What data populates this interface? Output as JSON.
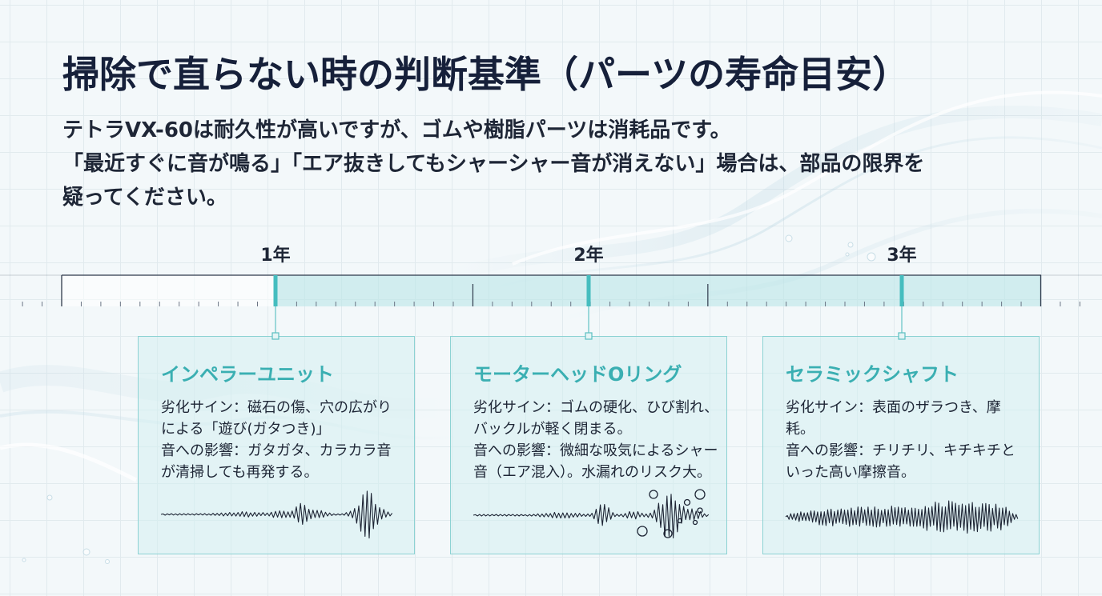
{
  "title": "掃除で直らない時の判断基準（パーツの寿命目安）",
  "intro": {
    "lines": [
      "テトラVX-60は耐久性が高いですが、ゴムや樹脂パーツは消耗品です。",
      "「最近すぐに音が鳴る」「エア抜きしてもシャーシャー音が消えない」場合は、部品の限界を",
      "疑ってください。"
    ]
  },
  "timeline": {
    "markers": [
      {
        "label": "1年"
      },
      {
        "label": "2年"
      },
      {
        "label": "3年"
      }
    ]
  },
  "parts": [
    {
      "name": "インペラーユニット",
      "lines": [
        "劣化サイン：磁石の傷、穴の広がり",
        "による「遊び(ガタつき)」",
        "音への影響：ガタガタ、カラカラ音",
        "が清掃しても再発する。"
      ],
      "waveform_icon": "rattle-burst-waveform-icon"
    },
    {
      "name": "モーターヘッドOリング",
      "lines": [
        "劣化サイン：ゴムの硬化、ひび割れ、",
        "バックルが軽く閉まる。",
        "音への影響：微細な吸気によるシャー",
        "音（エア混入）。水漏れのリスク大。"
      ],
      "waveform_icon": "air-bubble-waveform-icon"
    },
    {
      "name": "セラミックシャフト",
      "lines": [
        "劣化サイン：表面のザラつき、摩",
        "耗。",
        "音への影響：チリチリ、キチキチと",
        "いった高い摩擦音。"
      ],
      "waveform_icon": "friction-noise-waveform-icon"
    }
  ],
  "colors": {
    "accent": "#3aafb2",
    "marker": "#45bdbf",
    "title": "#16203a",
    "text": "#1e2636",
    "card_border": "#8cd2d3"
  }
}
